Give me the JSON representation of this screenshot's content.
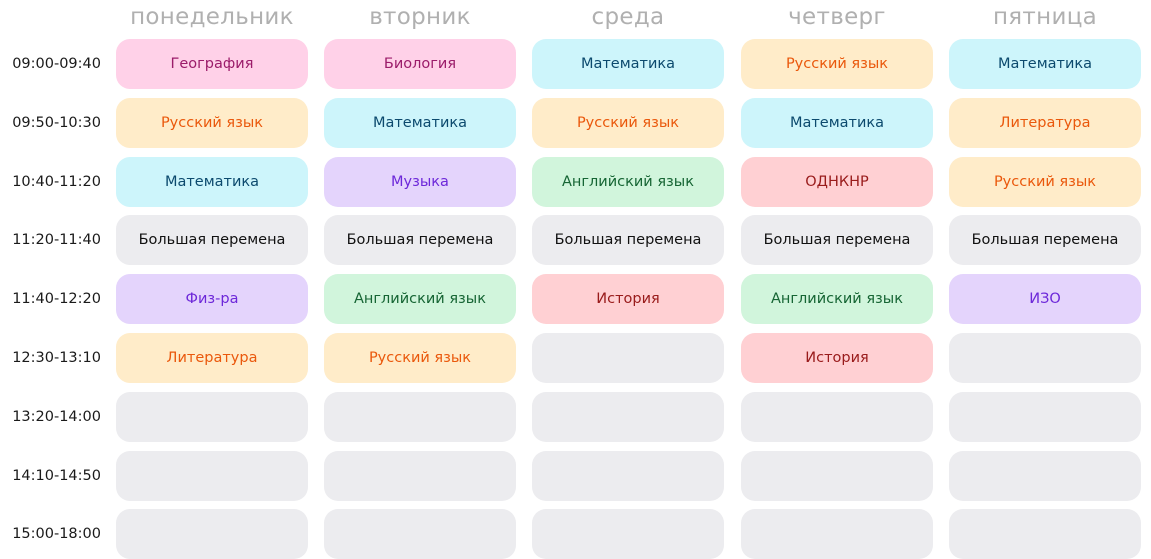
{
  "days": [
    "понедельник",
    "вторник",
    "среда",
    "четверг",
    "пятница"
  ],
  "times": [
    "09:00-09:40",
    "09:50-10:30",
    "10:40-11:20",
    "11:20-11:40",
    "11:40-12:20",
    "12:30-13:10",
    "13:20-14:00",
    "14:10-14:50",
    "15:00-18:00"
  ],
  "subject_colors": {
    "География": {
      "bg": "#ffd1e8",
      "fg": "#9b1c6a"
    },
    "Биология": {
      "bg": "#ffd1e8",
      "fg": "#9b1c6a"
    },
    "Математика": {
      "bg": "#cdf5fb",
      "fg": "#0c4a6e"
    },
    "Русский язык": {
      "bg": "#ffecc9",
      "fg": "#ea580c"
    },
    "Литература": {
      "bg": "#ffecc9",
      "fg": "#ea580c"
    },
    "Музыка": {
      "bg": "#e4d4fc",
      "fg": "#6d28d9"
    },
    "Физ-ра": {
      "bg": "#e4d4fc",
      "fg": "#6d28d9"
    },
    "ИЗО": {
      "bg": "#e4d4fc",
      "fg": "#6d28d9"
    },
    "Английский язык": {
      "bg": "#d1f5dc",
      "fg": "#166534"
    },
    "ОДНКНР": {
      "bg": "#ffd0d3",
      "fg": "#991b1b"
    },
    "История": {
      "bg": "#ffd0d3",
      "fg": "#991b1b"
    },
    "Большая перемена": {
      "bg": "#ececef",
      "fg": "#111111"
    },
    "": {
      "bg": "#ececef",
      "fg": "#111111"
    }
  },
  "schedule": [
    [
      "География",
      "Русский язык",
      "Математика",
      "Большая перемена",
      "Физ-ра",
      "Литература",
      "",
      "",
      ""
    ],
    [
      "Биология",
      "Математика",
      "Музыка",
      "Большая перемена",
      "Английский язык",
      "Русский язык",
      "",
      "",
      ""
    ],
    [
      "Математика",
      "Русский язык",
      "Английский язык",
      "Большая перемена",
      "История",
      "",
      "",
      "",
      ""
    ],
    [
      "Русский язык",
      "Математика",
      "ОДНКНР",
      "Большая перемена",
      "Английский язык",
      "История",
      "",
      "",
      ""
    ],
    [
      "Математика",
      "Литература",
      "Русский язык",
      "Большая перемена",
      "ИЗО",
      "",
      "",
      "",
      ""
    ]
  ]
}
